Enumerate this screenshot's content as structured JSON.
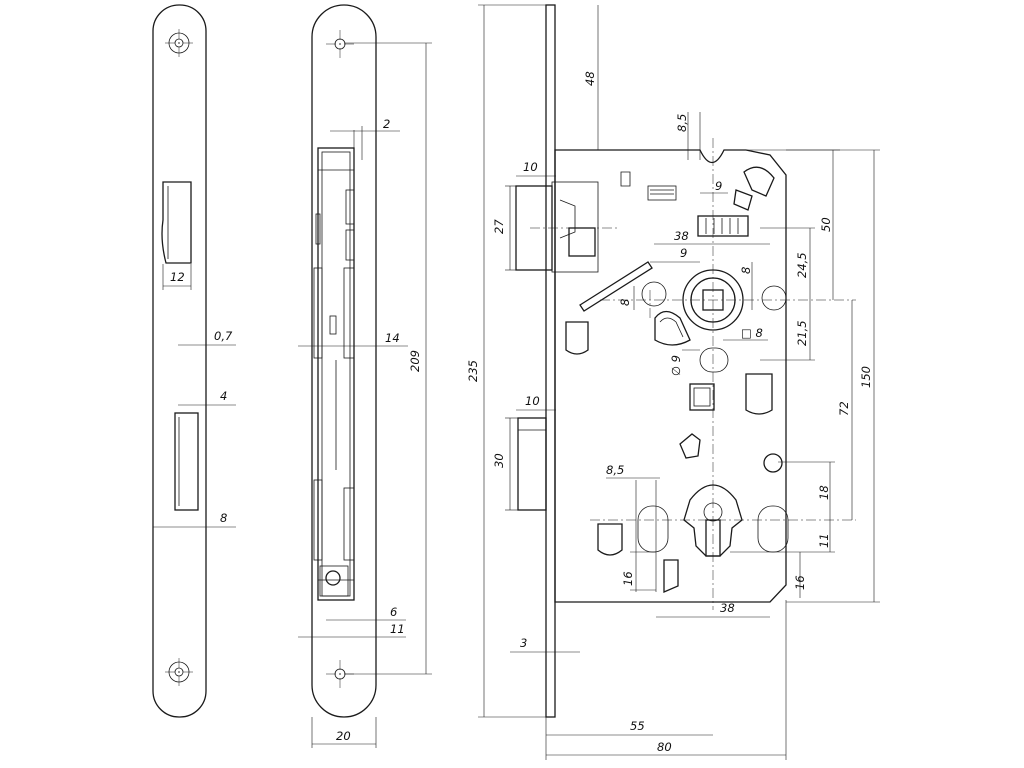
{
  "dims": {
    "plate_front": {
      "recess_w": "12",
      "gap": "0,7",
      "slot_depth": "4",
      "slot_w": "8"
    },
    "side": {
      "t2": "2",
      "t14": "14",
      "l209": "209",
      "t6": "6",
      "t11": "11",
      "w20": "20"
    },
    "body": {
      "h235": "235",
      "h48": "48",
      "b10a": "10",
      "l27": "27",
      "b10b": "10",
      "l30": "30",
      "t3": "3",
      "d8_5a": "8,5",
      "d9a": "9",
      "d38a": "38",
      "d9b": "9",
      "d8a": "8",
      "d8b": "8",
      "sq8": "□ 8",
      "dia9": "∅ 9",
      "d8_5b": "8,5",
      "d16a": "16",
      "d38b": "38",
      "d16b": "16",
      "r50": "50",
      "r24_5": "24,5",
      "r21_5": "21,5",
      "r72": "72",
      "r150": "150",
      "r18": "18",
      "r11": "11",
      "w55": "55",
      "w80": "80"
    }
  }
}
